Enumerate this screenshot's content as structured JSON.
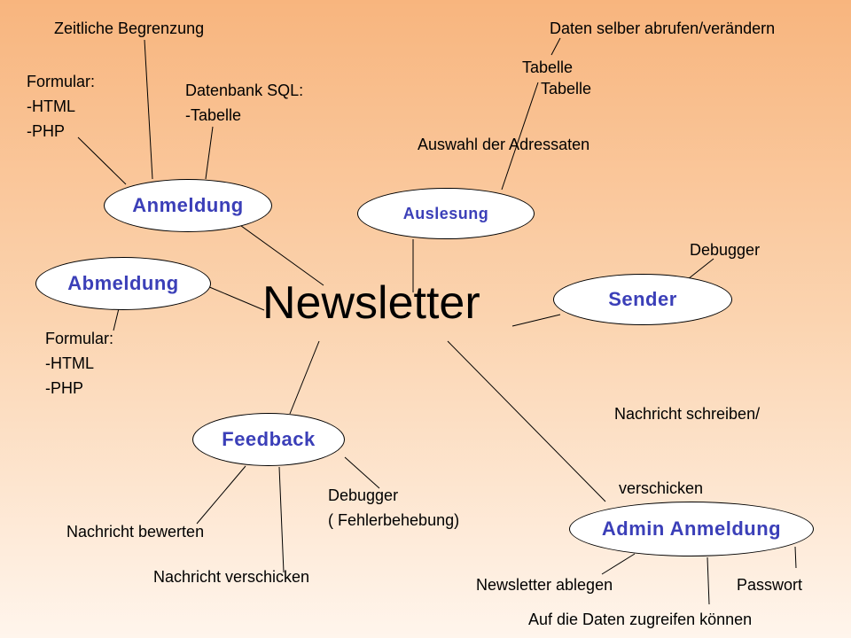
{
  "colors": {
    "background_top": "#f8b57e",
    "background_bottom": "#fff5ec",
    "node_fill": "#ffffff",
    "node_text": "#3b3fb8",
    "text": "#000000"
  },
  "center": {
    "label": "Newsletter"
  },
  "nodes": {
    "anmeldung": "Anmeldung",
    "abmeldung": "Abmeldung",
    "auslesung": "Auslesung",
    "sender": "Sender",
    "feedback": "Feedback",
    "admin": "Admin Anmeldung"
  },
  "notes": {
    "zeitliche_begrenzung": "Zeitliche Begrenzung",
    "formular_top": [
      "Formular:",
      "-HTML",
      "-PHP"
    ],
    "datenbank": [
      "Datenbank SQL:",
      "-Tabelle"
    ],
    "daten_selber": "Daten selber abrufen/verändern",
    "tabelle_1": "Tabelle",
    "tabelle_2": "Tabelle",
    "auswahl": "Auswahl der Adressaten",
    "debugger_sender": "Debugger",
    "formular_bottom": [
      "Formular:",
      "-HTML",
      "-PHP"
    ],
    "nachricht_schreiben": [
      "Nachricht schreiben/",
      " verschicken"
    ],
    "debugger_feedback": [
      "Debugger",
      "( Fehlerbehebung)"
    ],
    "nachricht_bewerten": "Nachricht bewerten",
    "nachricht_verschicken": "Nachricht verschicken",
    "newsletter_ablegen": "Newsletter ablegen",
    "passwort": "Passwort",
    "auf_die_daten": "Auf die Daten zugreifen können"
  }
}
